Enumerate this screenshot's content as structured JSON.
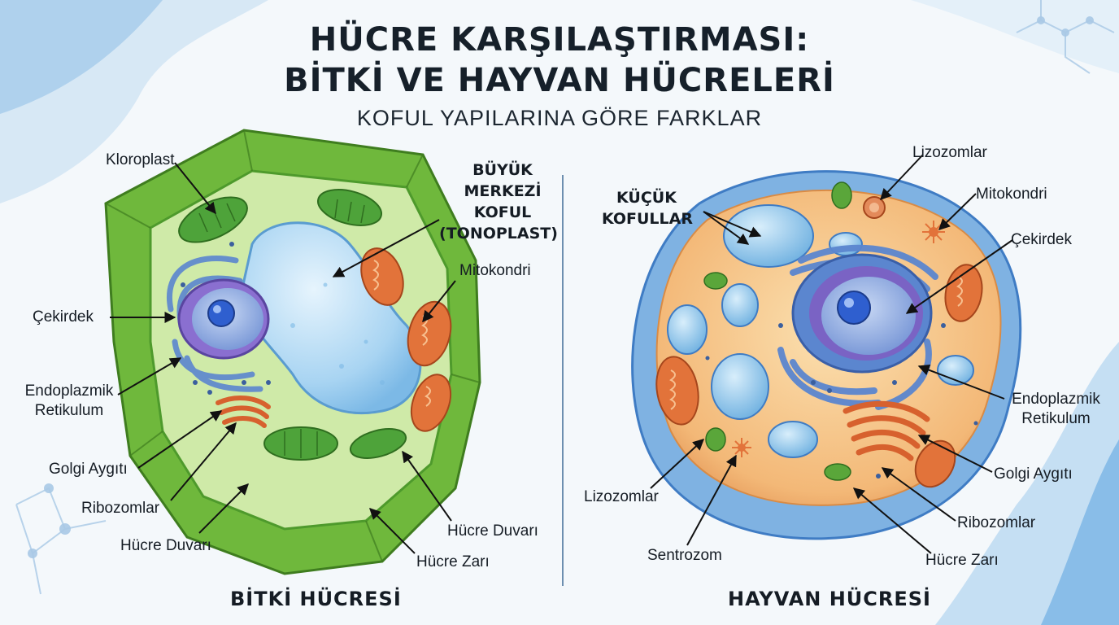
{
  "title": {
    "line1": "HÜCRE KARŞILAŞTIRMASI:",
    "line2": "BİTKİ VE HAYVAN HÜCRELERİ",
    "subtitle": "KOFUL YAPILARINA GÖRE FARKLAR"
  },
  "plant": {
    "caption": "BİTKİ HÜCRESİ",
    "labels": {
      "chloroplast": "Kloroplast",
      "vacuole_l1": "BÜYÜK",
      "vacuole_l2": "MERKEZİ",
      "vacuole_l3": "KOFUL",
      "vacuole_l4": "(TONOPLAST)",
      "mitochondria": "Mitokondri",
      "nucleus": "Çekirdek",
      "er_l1": "Endoplazmik",
      "er_l2": "Retikulum",
      "golgi": "Golgi Aygıtı",
      "ribosomes": "Ribozomlar",
      "cell_wall_left": "Hücre Duvarı",
      "cell_wall_right": "Hücre Duvarı",
      "membrane": "Hücre Zarı"
    }
  },
  "animal": {
    "caption": "HAYVAN HÜCRESİ",
    "labels": {
      "vacuoles_l1": "KÜÇÜK",
      "vacuoles_l2": "KOFULLAR",
      "lysosomes_top": "Lizozomlar",
      "mitochondria": "Mitokondri",
      "nucleus": "Çekirdek",
      "er_l1": "Endoplazmik",
      "er_l2": "Retikulum",
      "golgi": "Golgi Aygıtı",
      "ribosomes": "Ribozomlar",
      "membrane": "Hücre Zarı",
      "lysosomes_bottom": "Lizozomlar",
      "centrosome": "Sentrozom"
    }
  },
  "colors": {
    "plant_wall": "#6fb83c",
    "plant_cytoplasm": "#cfeaa8",
    "vacuole": "#a8d4f2",
    "animal_cytoplasm": "#f6c98a",
    "animal_membrane": "#6fa8de",
    "mitochondria": "#e2733a",
    "nucleus": "#7a63c4",
    "er": "#5b86cf"
  }
}
